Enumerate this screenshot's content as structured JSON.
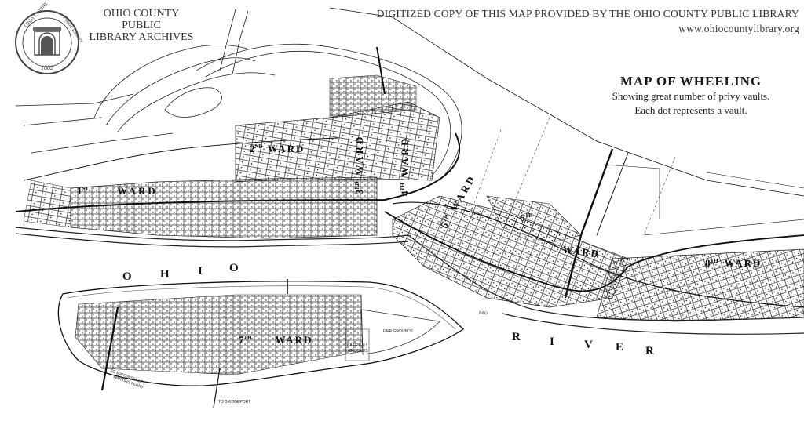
{
  "header": {
    "archive_line1": "OHIO COUNTY PUBLIC",
    "archive_line2": "LIBRARY ARCHIVES",
    "digitized_line1": "DIGITIZED COPY OF THIS MAP PROVIDED BY  THE OHIO COUNTY PUBLIC LIBRARY",
    "digitized_line2": "www.ohiocountylibrary.org"
  },
  "seal": {
    "top_text": "Ohio County",
    "right_text": "Public Library",
    "year": "1882"
  },
  "map": {
    "title": "MAP OF WHEELING",
    "subtitle1": "Showing great number of privy vaults.",
    "subtitle2": "Each dot represents a vault.",
    "wards": {
      "w1_num": "1",
      "w1_sup": "ST",
      "w1_word": "WARD",
      "w2_num": "2",
      "w2_sup": "ND",
      "w2_word": "WARD",
      "w3_num": "3",
      "w3_sup": "RD",
      "w3_word": "WARD",
      "w4_num": "4",
      "w4_sup": "TH",
      "w4_word": "WARD",
      "w5_num": "5",
      "w5_sup": "TH",
      "w5_word": "WARD",
      "w6_num": "6",
      "w6_sup": "TH",
      "w6_word": "WARD",
      "w7_num": "7",
      "w7_sup": "TH",
      "w7_word": "WARD",
      "w8_num": "8",
      "w8_sup": "TH",
      "w8_word": "WARD"
    },
    "river": [
      "O",
      "H",
      "I",
      "O",
      "R",
      "I",
      "V",
      "E",
      "R"
    ],
    "places": {
      "fair_grounds": "FAIR GROUNDS",
      "base_ball_1": "BASE BALL",
      "base_ball_2": "GROUNDS",
      "bridgeport": "TO BRIDGEPORT",
      "martins_ferry_1": "TO MARTINSVILLE",
      "martins_ferry_2": "MARTINS FERRY",
      "rail_label": "B&O"
    }
  },
  "colors": {
    "ink": "#111111",
    "paper": "#ffffff",
    "header_text": "#333333"
  }
}
